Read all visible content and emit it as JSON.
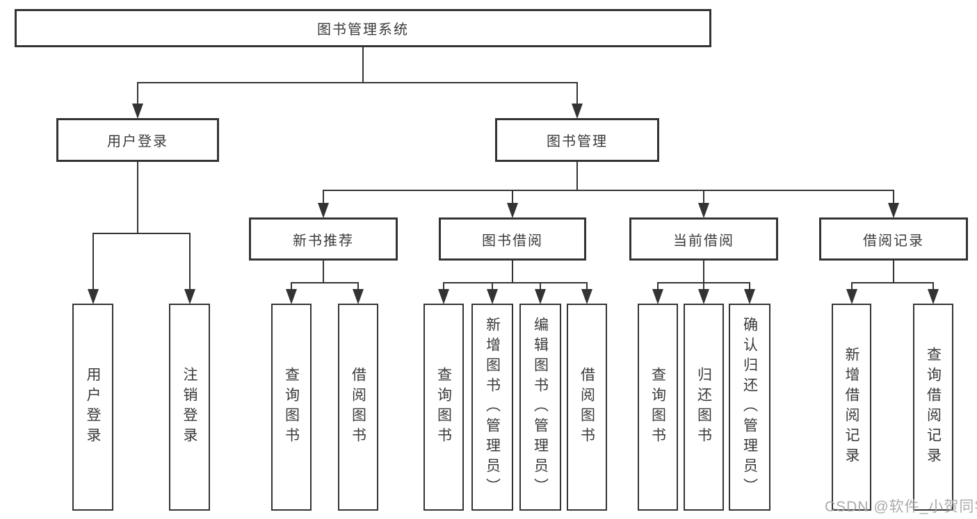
{
  "diagram": {
    "nodes": [
      {
        "id": "root",
        "label": "图书管理系统",
        "parent": null
      },
      {
        "id": "user-login",
        "label": "用户登录",
        "parent": "root"
      },
      {
        "id": "book-mgmt",
        "label": "图书管理",
        "parent": "root"
      },
      {
        "id": "new-book-rec",
        "label": "新书推荐",
        "parent": "book-mgmt"
      },
      {
        "id": "book-borrow",
        "label": "图书借阅",
        "parent": "book-mgmt"
      },
      {
        "id": "current-borrow",
        "label": "当前借阅",
        "parent": "book-mgmt"
      },
      {
        "id": "borrow-records",
        "label": "借阅记录",
        "parent": "book-mgmt"
      },
      {
        "id": "login",
        "label": "用户登录",
        "parent": "user-login"
      },
      {
        "id": "logout",
        "label": "注销登录",
        "parent": "user-login"
      },
      {
        "id": "query-books-1",
        "label": "查询图书",
        "parent": "new-book-rec"
      },
      {
        "id": "borrow-books-1",
        "label": "借阅图书",
        "parent": "new-book-rec"
      },
      {
        "id": "query-books-2",
        "label": "查询图书",
        "parent": "book-borrow"
      },
      {
        "id": "add-books",
        "label": "新增图书（管理员）",
        "parent": "book-borrow"
      },
      {
        "id": "edit-books",
        "label": "编辑图书（管理员）",
        "parent": "book-borrow"
      },
      {
        "id": "borrow-books-2",
        "label": "借阅图书",
        "parent": "book-borrow"
      },
      {
        "id": "query-books-3",
        "label": "查询图书",
        "parent": "current-borrow"
      },
      {
        "id": "return-books",
        "label": "归还图书",
        "parent": "current-borrow"
      },
      {
        "id": "confirm-return",
        "label": "确认归还（管理员）",
        "parent": "current-borrow"
      },
      {
        "id": "add-borrow-record",
        "label": "新增借阅记录",
        "parent": "borrow-records"
      },
      {
        "id": "query-borrow-record",
        "label": "查询借阅记录",
        "parent": "borrow-records"
      }
    ],
    "watermark": "CSDN @软件_小贺同学",
    "colors": {
      "line": "#333333",
      "text": "#3a3a3a",
      "box_background": "#ffffff",
      "background": "#ffffff",
      "watermark": "#a3a3a3"
    }
  }
}
